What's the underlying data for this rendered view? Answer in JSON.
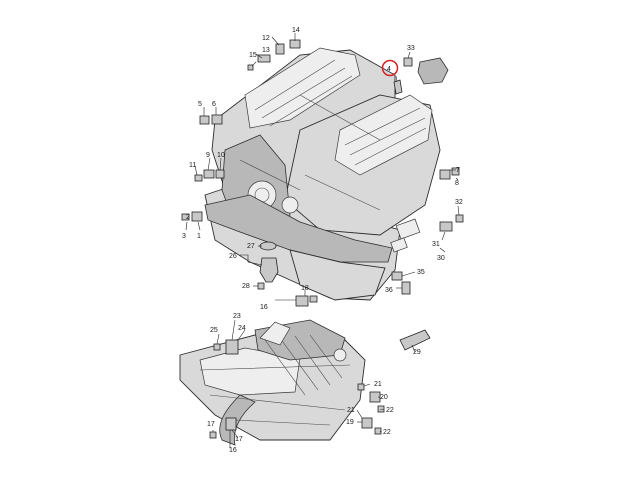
{
  "diagram": {
    "labels": {
      "p1": "1",
      "p2": "2",
      "p3": "3",
      "p4": "4",
      "p5": "5",
      "p6": "6",
      "p7": "7",
      "p8": "8",
      "p9": "9",
      "p10": "10",
      "p11": "11",
      "p12": "12",
      "p13": "13",
      "p14": "14",
      "p15": "15",
      "p16a": "16",
      "p16b": "16",
      "p17a": "17",
      "p17b": "17",
      "p18": "18",
      "p19": "19",
      "p20": "20",
      "p21a": "21",
      "p21b": "21",
      "p22a": "22",
      "p22b": "22",
      "p23": "23",
      "p24": "24",
      "p25": "25",
      "p26": "26",
      "p27": "27",
      "p28": "28",
      "p29": "29",
      "p30": "30",
      "p31": "31",
      "p32": "32",
      "p33": "33",
      "p35": "35",
      "p36": "36"
    },
    "highlighted_part": "4",
    "highlight_color": "#d42020"
  }
}
